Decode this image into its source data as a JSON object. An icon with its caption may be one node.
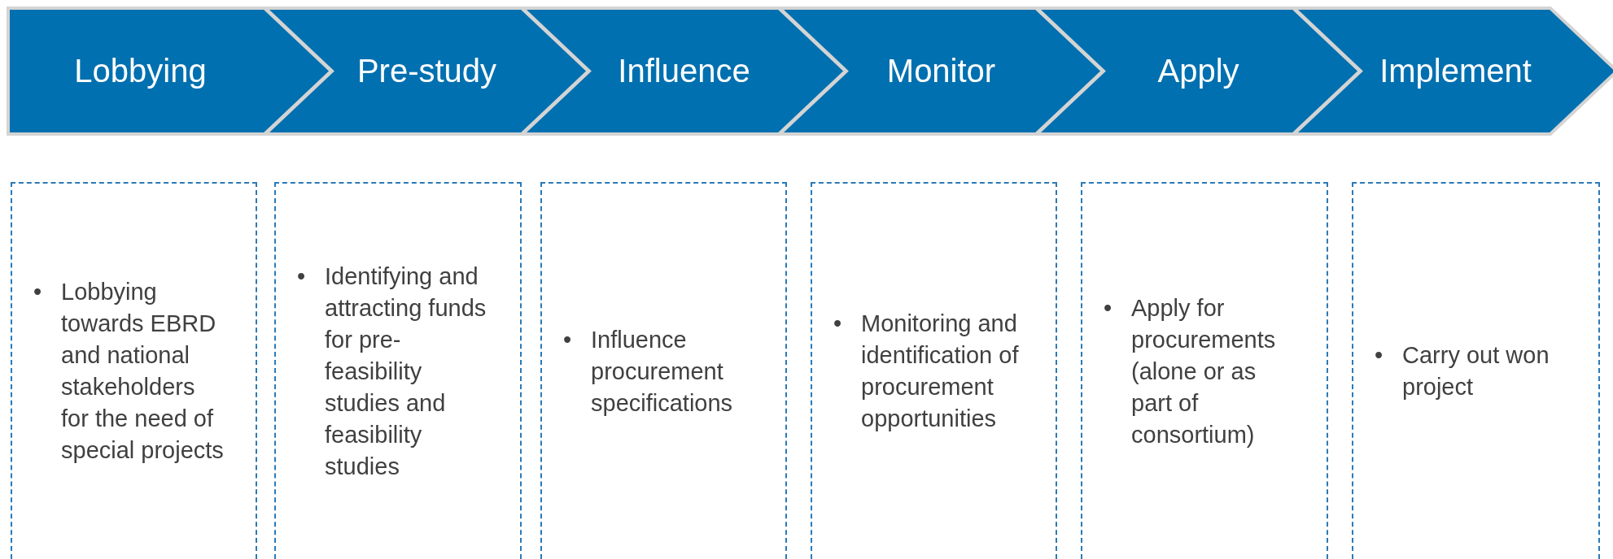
{
  "diagram": {
    "nodes": [
      {
        "text": [
          "Lobbying"
        ]
      },
      {
        "text": [
          "Pre-study"
        ]
      },
      {
        "text": [
          "Influence"
        ]
      },
      {
        "text": [
          "Monitor"
        ]
      },
      {
        "text": [
          "Apply"
        ]
      },
      {
        "text": [
          "Implement"
        ]
      },
      {
        "text": [
          "•",
          "Lobbying towards EBRD and national stakeholders for the need of special projects"
        ]
      },
      {
        "text": [
          "•",
          "Identifying and attracting funds for pre-feasibility studies and feasibility studies"
        ]
      },
      {
        "text": [
          "•",
          "Influence procurement specifications"
        ]
      },
      {
        "text": [
          "•",
          "Monitoring and identification of procurement opportunities"
        ]
      },
      {
        "text": [
          "•",
          "Apply for procurements (alone or as part of consortium)"
        ]
      },
      {
        "text": [
          "•",
          "Carry out won project"
        ]
      }
    ]
  }
}
